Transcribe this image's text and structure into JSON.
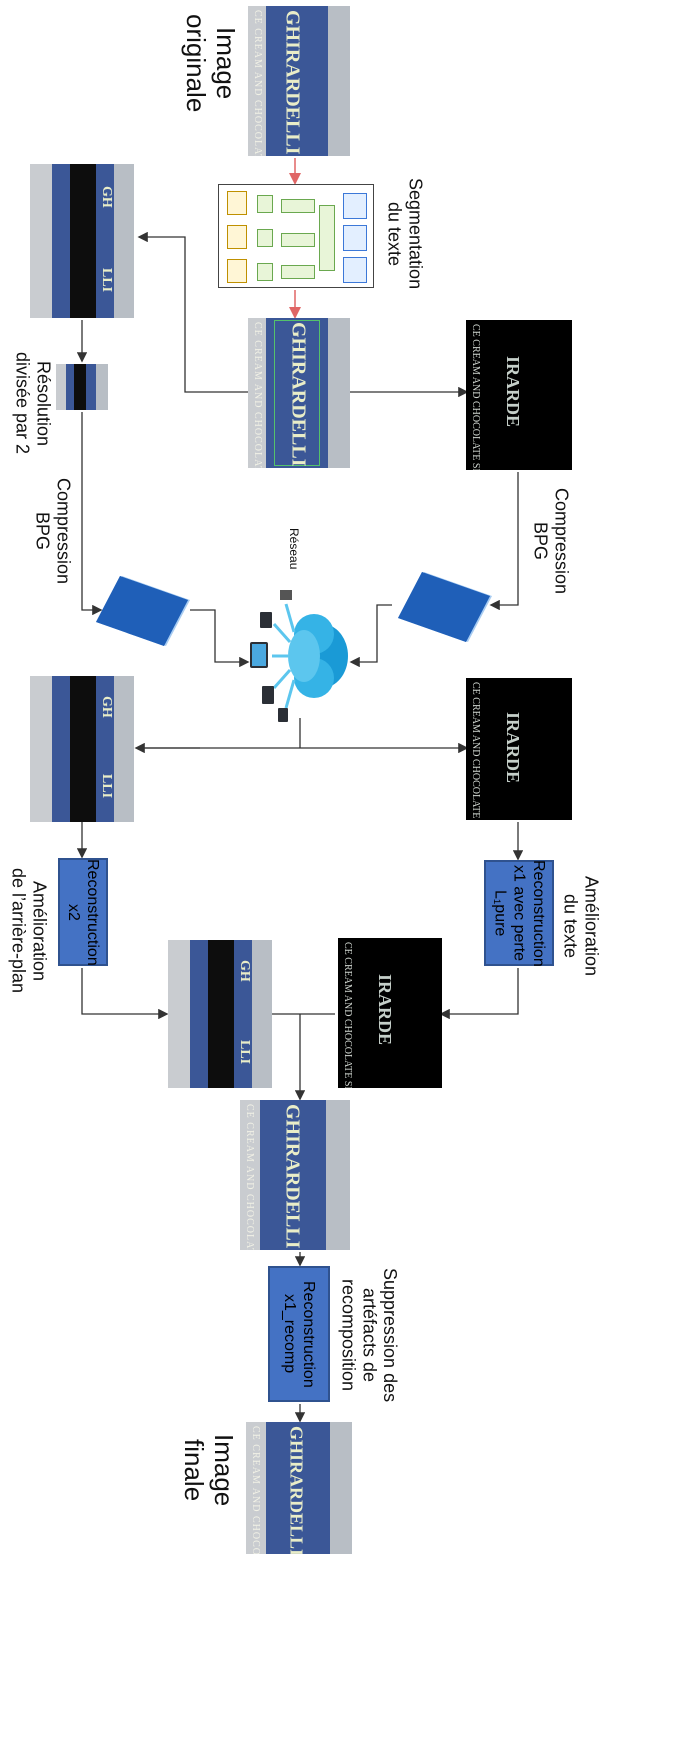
{
  "labels": {
    "original": "Image\noriginale",
    "segmentation": "Segmentation\ndu texte",
    "downscale": "Résolution\ndivisée par 2",
    "compression_top": "Compression\nBPG",
    "compression_bottom": "Compression\nBPG",
    "network": "Réseau",
    "text_enhancement": "Amélioration\ndu texte",
    "background_enhancement": "Amélioration\nde l’arrière-plan",
    "artifact_removal": "Suppression des\nartéfacts de\nrecomposition",
    "final": "Image\nfinale"
  },
  "blocks": {
    "recon_x1": "Reconstruction\nx1 avec perte\nL₁pure",
    "recon_x2": "Reconstruction\nx2",
    "recon_recomp": "Reconstruction\nx1_recomp"
  },
  "photo_text": {
    "main": "GHIRARDELLI",
    "sub": "CE CREAM AND CHOCOLATE SH",
    "left_part": "GH",
    "right_part": "LLI",
    "masked": "IRARDE",
    "masked_sub": "CE CREAM AND CHOCOLATE SH"
  },
  "colors": {
    "block_fill": "#4472c4",
    "arrow": "#333333",
    "seg_arrow": "#e06666",
    "sign_blue": "#3b5797"
  }
}
